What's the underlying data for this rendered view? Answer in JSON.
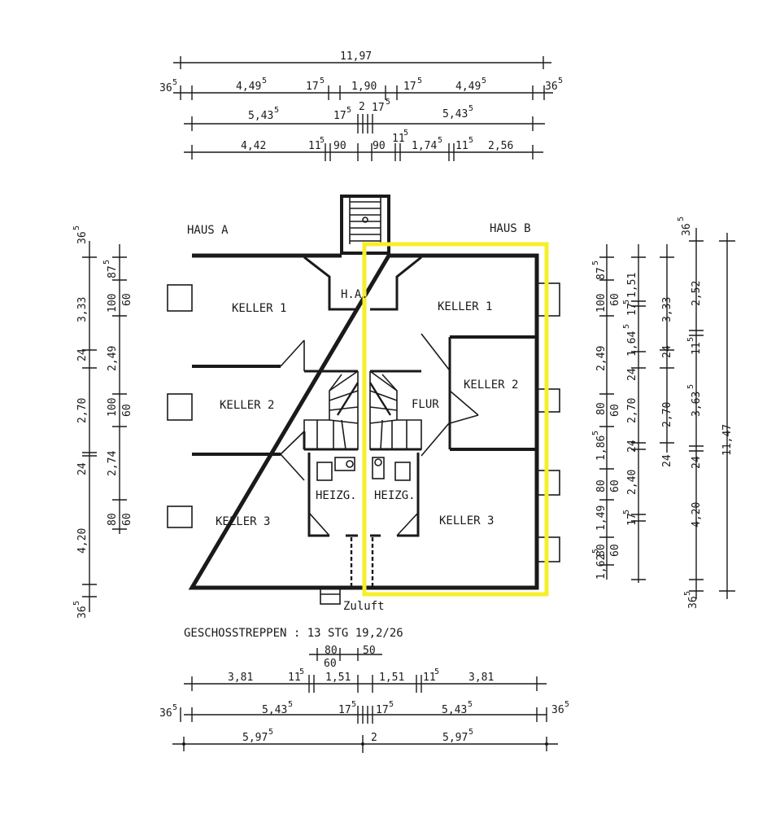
{
  "houses": {
    "a": "HAUS A",
    "b": "HAUS B"
  },
  "rooms": {
    "a_keller1": "KELLER 1",
    "a_keller2": "KELLER 2",
    "a_keller3": "KELLER 3",
    "a_heizg": "HEIZG.",
    "ha": "H.A.",
    "b_keller1": "KELLER 1",
    "b_keller2": "KELLER 2",
    "b_keller3": "KELLER 3",
    "b_heizg": "HEIZG.",
    "b_flur": "FLUR"
  },
  "notes": {
    "zuluft": "Zuluft",
    "stairs": "GESCHOSSTREPPEN : 13 STG 19,2/26"
  },
  "top_dims": {
    "row1": {
      "total": "11,97"
    },
    "row2": {
      "a": "36",
      "a_s": "5",
      "b": "4,49",
      "b_s": "5",
      "c": "17",
      "c_s": "5",
      "d": "1,90",
      "e": "17",
      "e_s": "5",
      "f": "4,49",
      "f_s": "5",
      "g": "36",
      "g_s": "5"
    },
    "row3": {
      "a": "5,43",
      "a_s": "5",
      "b": "17",
      "b_s": "5",
      "c": "2",
      "d": "17",
      "d_s": "5",
      "e": "5,43",
      "e_s": "5"
    },
    "row4": {
      "a": "4,42",
      "b": "11",
      "b_s": "5",
      "c": "90",
      "d": "90",
      "e": "11",
      "e_s": "5",
      "f": "1,74",
      "f_s": "5",
      "g": "11",
      "g_s": "5",
      "h": "2,56"
    }
  },
  "bottom_dims": {
    "row0": {
      "a": "80",
      "b": "50",
      "c": "60"
    },
    "row1": {
      "a": "3,81",
      "b": "11",
      "b_s": "5",
      "c": "1,51",
      "d": "1,51",
      "e": "11",
      "e_s": "5",
      "f": "3,81"
    },
    "row2": {
      "a": "36",
      "a_s": "5",
      "b": "5,43",
      "b_s": "5",
      "c": "17",
      "c_s": "5",
      "d": "17",
      "d_s": "5",
      "e": "5,43",
      "e_s": "5",
      "f": "36",
      "f_s": "5"
    },
    "row3": {
      "a": "5,97",
      "a_s": "5",
      "b": "2",
      "c": "5,97",
      "c_s": "5"
    }
  },
  "left_dims": {
    "c1": {
      "a": "36",
      "a_s": "5",
      "b": "3,33",
      "c": "24",
      "d": "2,70",
      "e": "24",
      "f": "4,20",
      "g": "36",
      "g_s": "5"
    },
    "c2": {
      "a": "87",
      "a_s": "5",
      "b": "100",
      "c": "2,49",
      "d": "100",
      "e": "2,74",
      "f": "80"
    },
    "c3": {
      "a": "60",
      "b": "60",
      "c": "60"
    }
  },
  "right_dims": {
    "c1": {
      "a": "87",
      "a_s": "5",
      "b": "100",
      "c": "2,49",
      "d": "80",
      "e": "1,86",
      "e_s": "5",
      "f": "80",
      "g": "1,49",
      "h": "80",
      "i": "1,62",
      "i_s": "5"
    },
    "c2": {
      "a": "60",
      "b": "60",
      "c": "60",
      "d": "60"
    },
    "c3": {
      "a": "1,51",
      "b": "17",
      "b_s": "5",
      "c": "1,64",
      "c_s": "5",
      "d": "24",
      "e": "2,70",
      "f": "24",
      "g": "2,40",
      "h": "17",
      "h_s": "5"
    },
    "c4": {
      "a": "3,33",
      "b": "24",
      "c": "2,70",
      "d": "24"
    },
    "c5": {
      "a": "2,52",
      "b": "11",
      "b_s": "5",
      "c": "3,63",
      "c_s": "5",
      "d": "4,20"
    },
    "c6": {
      "a": "36",
      "a_s": "5",
      "b": "11,47",
      "c": "36",
      "c_s": "5"
    }
  }
}
